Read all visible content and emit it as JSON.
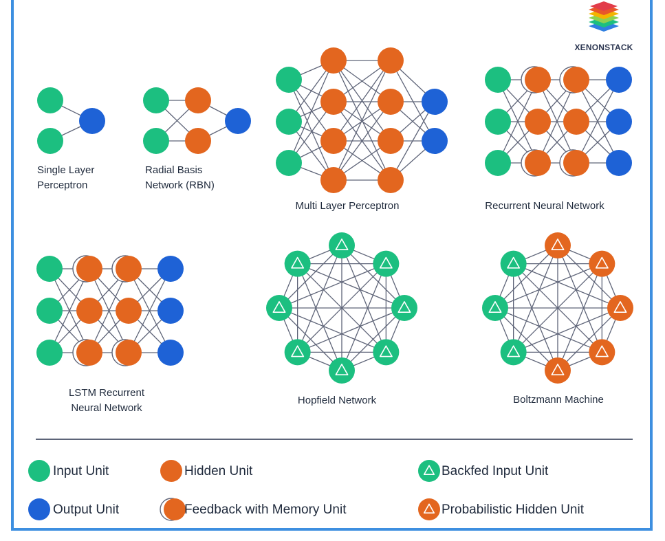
{
  "brand": {
    "name": "XENONSTACK"
  },
  "colors": {
    "input": "#1cbf80",
    "hidden": "#e3661f",
    "output": "#1e62d6",
    "edge": "#5e6478",
    "frame": "#3d8fe0"
  },
  "networks": [
    {
      "id": "single-layer-perceptron",
      "caption_lines": [
        "Single Layer",
        "Perceptron"
      ]
    },
    {
      "id": "radial-basis-network",
      "caption_lines": [
        "Radial Basis",
        "Network (RBN)"
      ]
    },
    {
      "id": "multi-layer-perceptron",
      "caption_lines": [
        "Multi Layer Perceptron"
      ]
    },
    {
      "id": "recurrent-neural-network",
      "caption_lines": [
        "Recurrent Neural Network"
      ]
    },
    {
      "id": "lstm-recurrent-neural-network",
      "caption_lines": [
        "LSTM Recurrent",
        "Neural Network"
      ]
    },
    {
      "id": "hopfield-network",
      "caption_lines": [
        "Hopfield Network"
      ]
    },
    {
      "id": "boltzmann-machine",
      "caption_lines": [
        "Boltzmann Machine"
      ]
    }
  ],
  "legend": {
    "input_unit": "Input Unit",
    "hidden_unit": "Hidden Unit",
    "backfed_input_unit": "Backfed Input Unit",
    "output_unit": "Output Unit",
    "feedback_memory_unit": "Feedback with Memory Unit",
    "probabilistic_hidden_unit": "Probabilistic Hidden Unit"
  }
}
